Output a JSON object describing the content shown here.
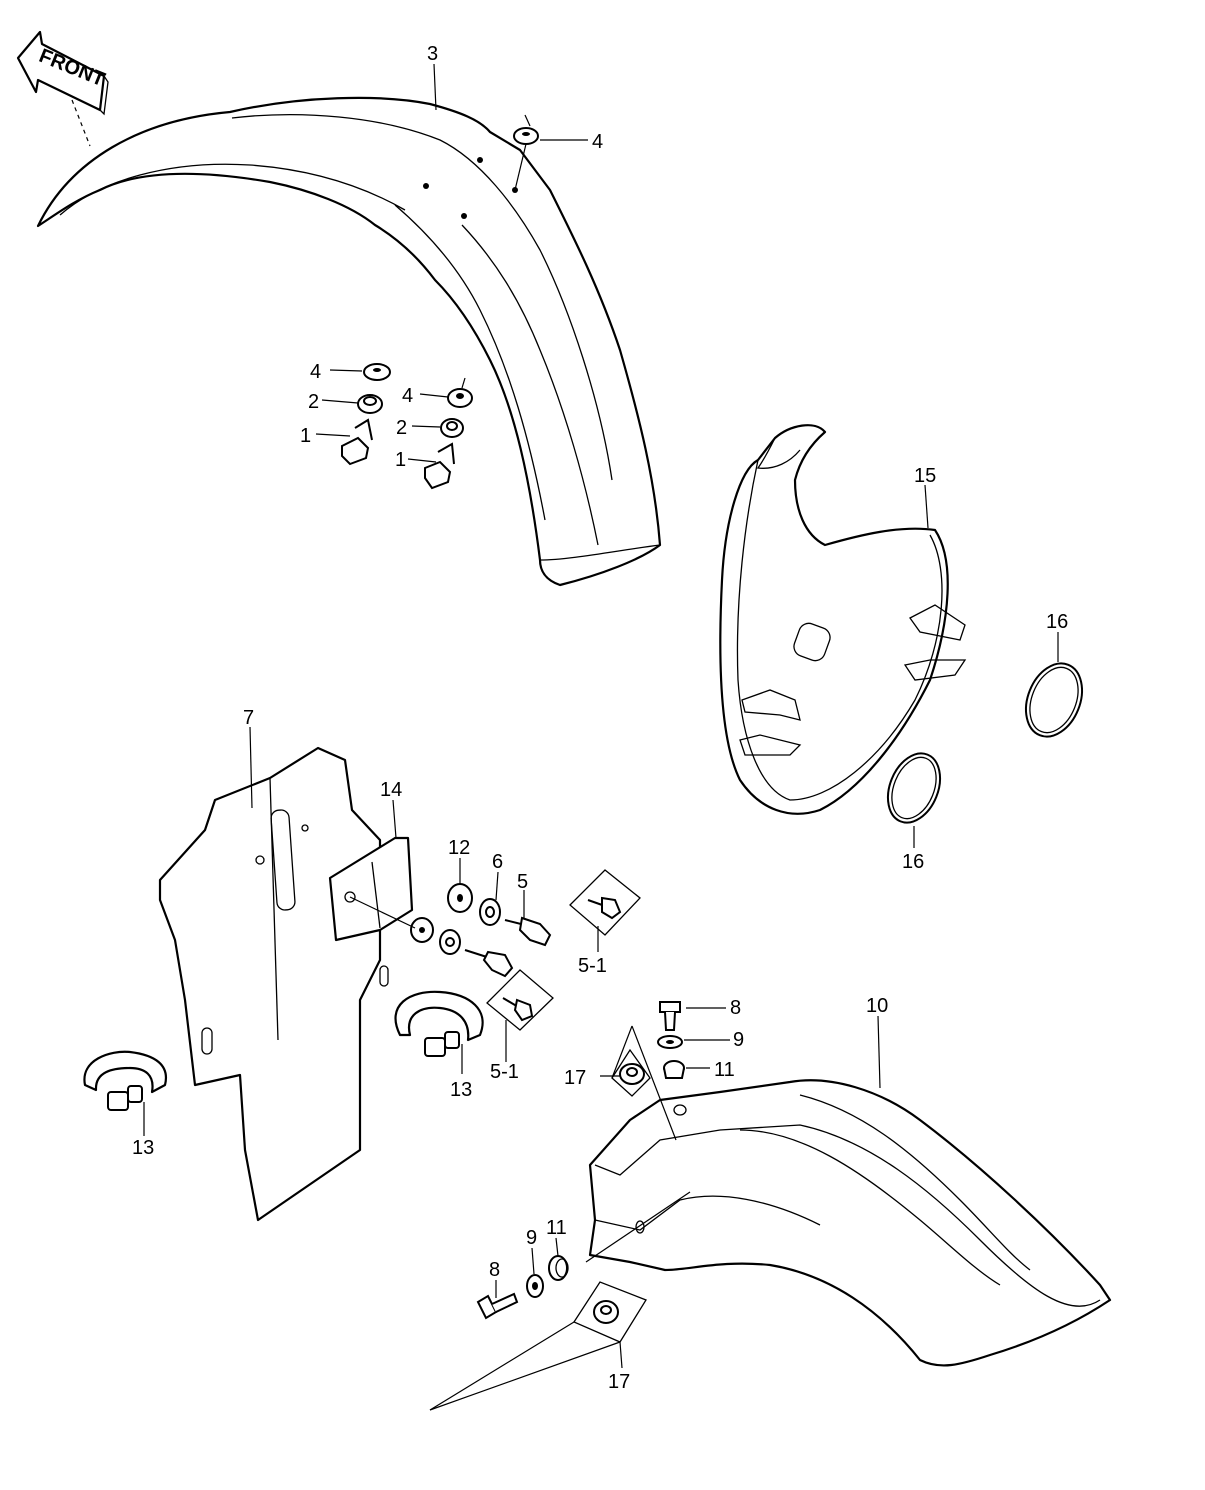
{
  "front_label": "FRONT",
  "labels": {
    "l3": "3",
    "l4a": "4",
    "l4b": "4",
    "l4c": "4",
    "l2a": "2",
    "l2b": "2",
    "l1a": "1",
    "l1b": "1",
    "l15": "15",
    "l16a": "16",
    "l16b": "16",
    "l7": "7",
    "l14": "14",
    "l12": "12",
    "l6": "6",
    "l5": "5",
    "l51a": "5-1",
    "l51b": "5-1",
    "l13a": "13",
    "l13b": "13",
    "l8a": "8",
    "l8b": "8",
    "l9a": "9",
    "l9b": "9",
    "l10": "10",
    "l11a": "11",
    "l11b": "11",
    "l17a": "17",
    "l17b": "17"
  }
}
